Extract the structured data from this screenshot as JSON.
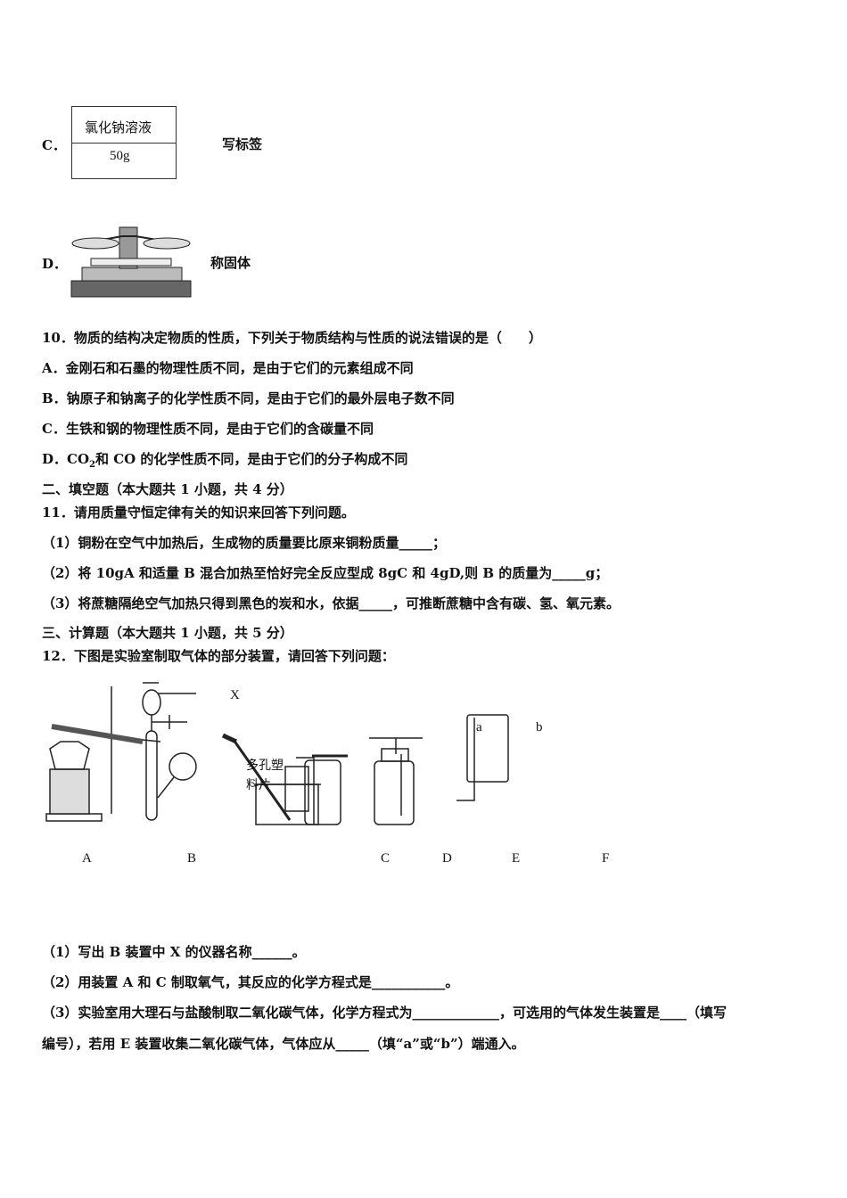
{
  "option_c": {
    "letter": "C．",
    "label_line1": "氯化钠溶液",
    "label_line2": "50g",
    "text": "写标签"
  },
  "option_d": {
    "letter": "D．",
    "text": "称固体"
  },
  "q10": {
    "stem": "10．物质的结构决定物质的性质，下列关于物质结构与性质的说法错误的是（　　）",
    "options": [
      "A．金刚石和石墨的物理性质不同，是由于它们的元素组成不同",
      "B．钠原子和钠离子的化学性质不同，是由于它们的最外层电子数不同",
      "C．生铁和钢的物理性质不同，是由于它们的含碳量不同"
    ],
    "d_pre": "D．CO",
    "d_sub": "2",
    "d_post": "和 CO 的化学性质不同，是由于它们的分子构成不同"
  },
  "section2": "二、填空题（本大题共 1 小题，共 4 分）",
  "q11": {
    "stem": "11．请用质量守恒定律有关的知识来回答下列问题。",
    "parts": [
      "（1）铜粉在空气中加热后，生成物的质量要比原来铜粉质量_____；",
      "（2）将 10gA 和适量 B 混合加热至恰好完全反应型成 8gC 和 4gD,则 B 的质量为_____g；",
      "（3）将蔗糖隔绝空气加热只得到黑色的炭和水，依据_____，可推断蔗糖中含有碳、氢、氧元素。"
    ]
  },
  "section3": "三、计算题（本大题共 1 小题，共 5 分）",
  "q12": {
    "stem": "12．下图是实验室制取气体的部分装置，请回答下列问题：",
    "figure": {
      "x_label": "X",
      "plate_label_1": "多孔塑",
      "plate_label_2": "料片",
      "port_a": "a",
      "port_b": "b",
      "labels": [
        "A",
        "B",
        "C",
        "D",
        "E",
        "F"
      ]
    },
    "parts": [
      "（1）写出 B 装置中 X 的仪器名称______。",
      "（2）用装置 A 和 C 制取氧气，其反应的化学方程式是___________。",
      "（3）实验室用大理石与盐酸制取二氧化碳气体，化学方程式为_____________，可选用的气体发生装置是____（填写",
      "编号），若用 E 装置收集二氧化碳气体，气体应从_____（填“a”或“b”）端通入。"
    ]
  }
}
